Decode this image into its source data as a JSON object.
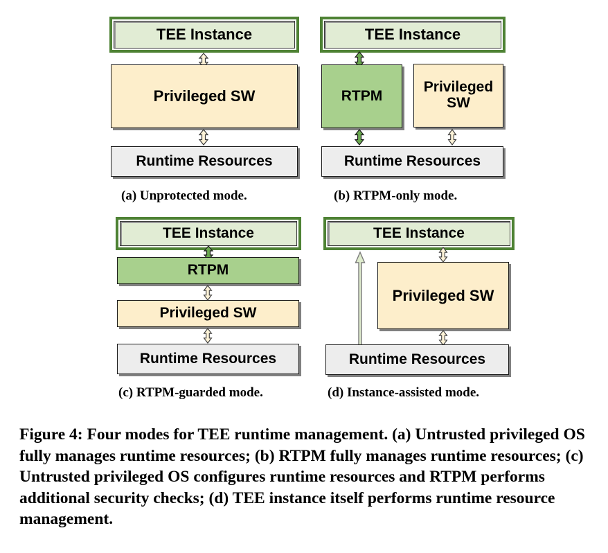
{
  "figure": {
    "label": "Figure 4:",
    "caption": "Four modes for TEE runtime management. (a) Untrusted privileged OS fully manages runtime resources; (b) RTPM fully manages runtime resources; (c) Untrusted privileged OS configures runtime resources and RTPM performs additional security checks; (d) TEE instance itself performs runtime resource management."
  },
  "labels": {
    "tee": "TEE Instance",
    "privileged_sw": "Privileged SW",
    "privileged_sw_wrapped": "Privileged\nSW",
    "rtpm": "RTPM",
    "runtime_resources": "Runtime Resources"
  },
  "panels": [
    {
      "id": "a",
      "subcaption": "(a) Unprotected mode.",
      "boxes": [
        "TEE Instance",
        "Privileged SW",
        "Runtime Resources"
      ],
      "arrows": [
        "tee-to-privileged-sw",
        "privileged-sw-to-runtime-resources"
      ]
    },
    {
      "id": "b",
      "subcaption": "(b) RTPM-only mode.",
      "boxes": [
        "TEE Instance",
        "RTPM",
        "Privileged SW",
        "Runtime Resources"
      ],
      "arrows": [
        "tee-to-rtpm",
        "rtpm-to-runtime-resources",
        "privileged-sw-to-runtime-resources"
      ]
    },
    {
      "id": "c",
      "subcaption": "(c) RTPM-guarded mode.",
      "boxes": [
        "TEE Instance",
        "RTPM",
        "Privileged SW",
        "Runtime Resources"
      ],
      "arrows": [
        "tee-to-rtpm",
        "rtpm-to-privileged-sw",
        "privileged-sw-to-runtime-resources"
      ]
    },
    {
      "id": "d",
      "subcaption": "(d) Instance-assisted mode.",
      "boxes": [
        "TEE Instance",
        "Privileged SW",
        "Runtime Resources"
      ],
      "arrows": [
        "tee-to-runtime-resources",
        "tee-to-privileged-sw",
        "privileged-sw-to-runtime-resources"
      ]
    }
  ],
  "colors": {
    "tee_border": "#4e8234",
    "tee_fill": "#e1ecd4",
    "rtpm_fill": "#a8d08d",
    "privileged_sw_fill": "#fdeecb",
    "runtime_fill": "#ededed",
    "arrow_cream": "#fdf3d8",
    "arrow_green": "#6aa84f",
    "arrow_pale_green": "#dfeccd",
    "box_border": "#1c1c1c",
    "shadow": "#808080"
  }
}
